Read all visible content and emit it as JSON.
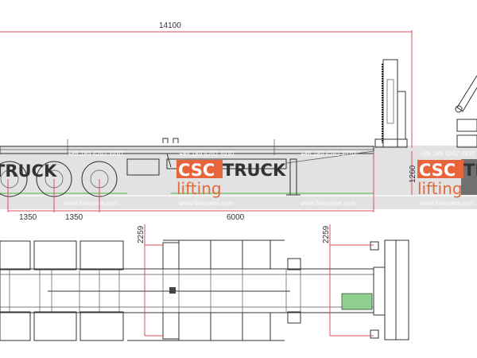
{
  "side_view": {
    "dimensions": {
      "overall_length": "14100",
      "axle_spacing_1": "1350",
      "axle_spacing_2": "1350",
      "wheelbase": "6000",
      "height": "1260"
    }
  },
  "top_view": {
    "dimensions": {
      "width_front": "2259",
      "width_rear": "2259"
    }
  },
  "watermark": {
    "brand_csc": "CSC",
    "brand_truck": "TRUCK",
    "brand_lifting": "lifting",
    "phone": "+86 189 4292 3930",
    "website": "www.fowcrane.com",
    "brand_color": "#e8643a"
  }
}
